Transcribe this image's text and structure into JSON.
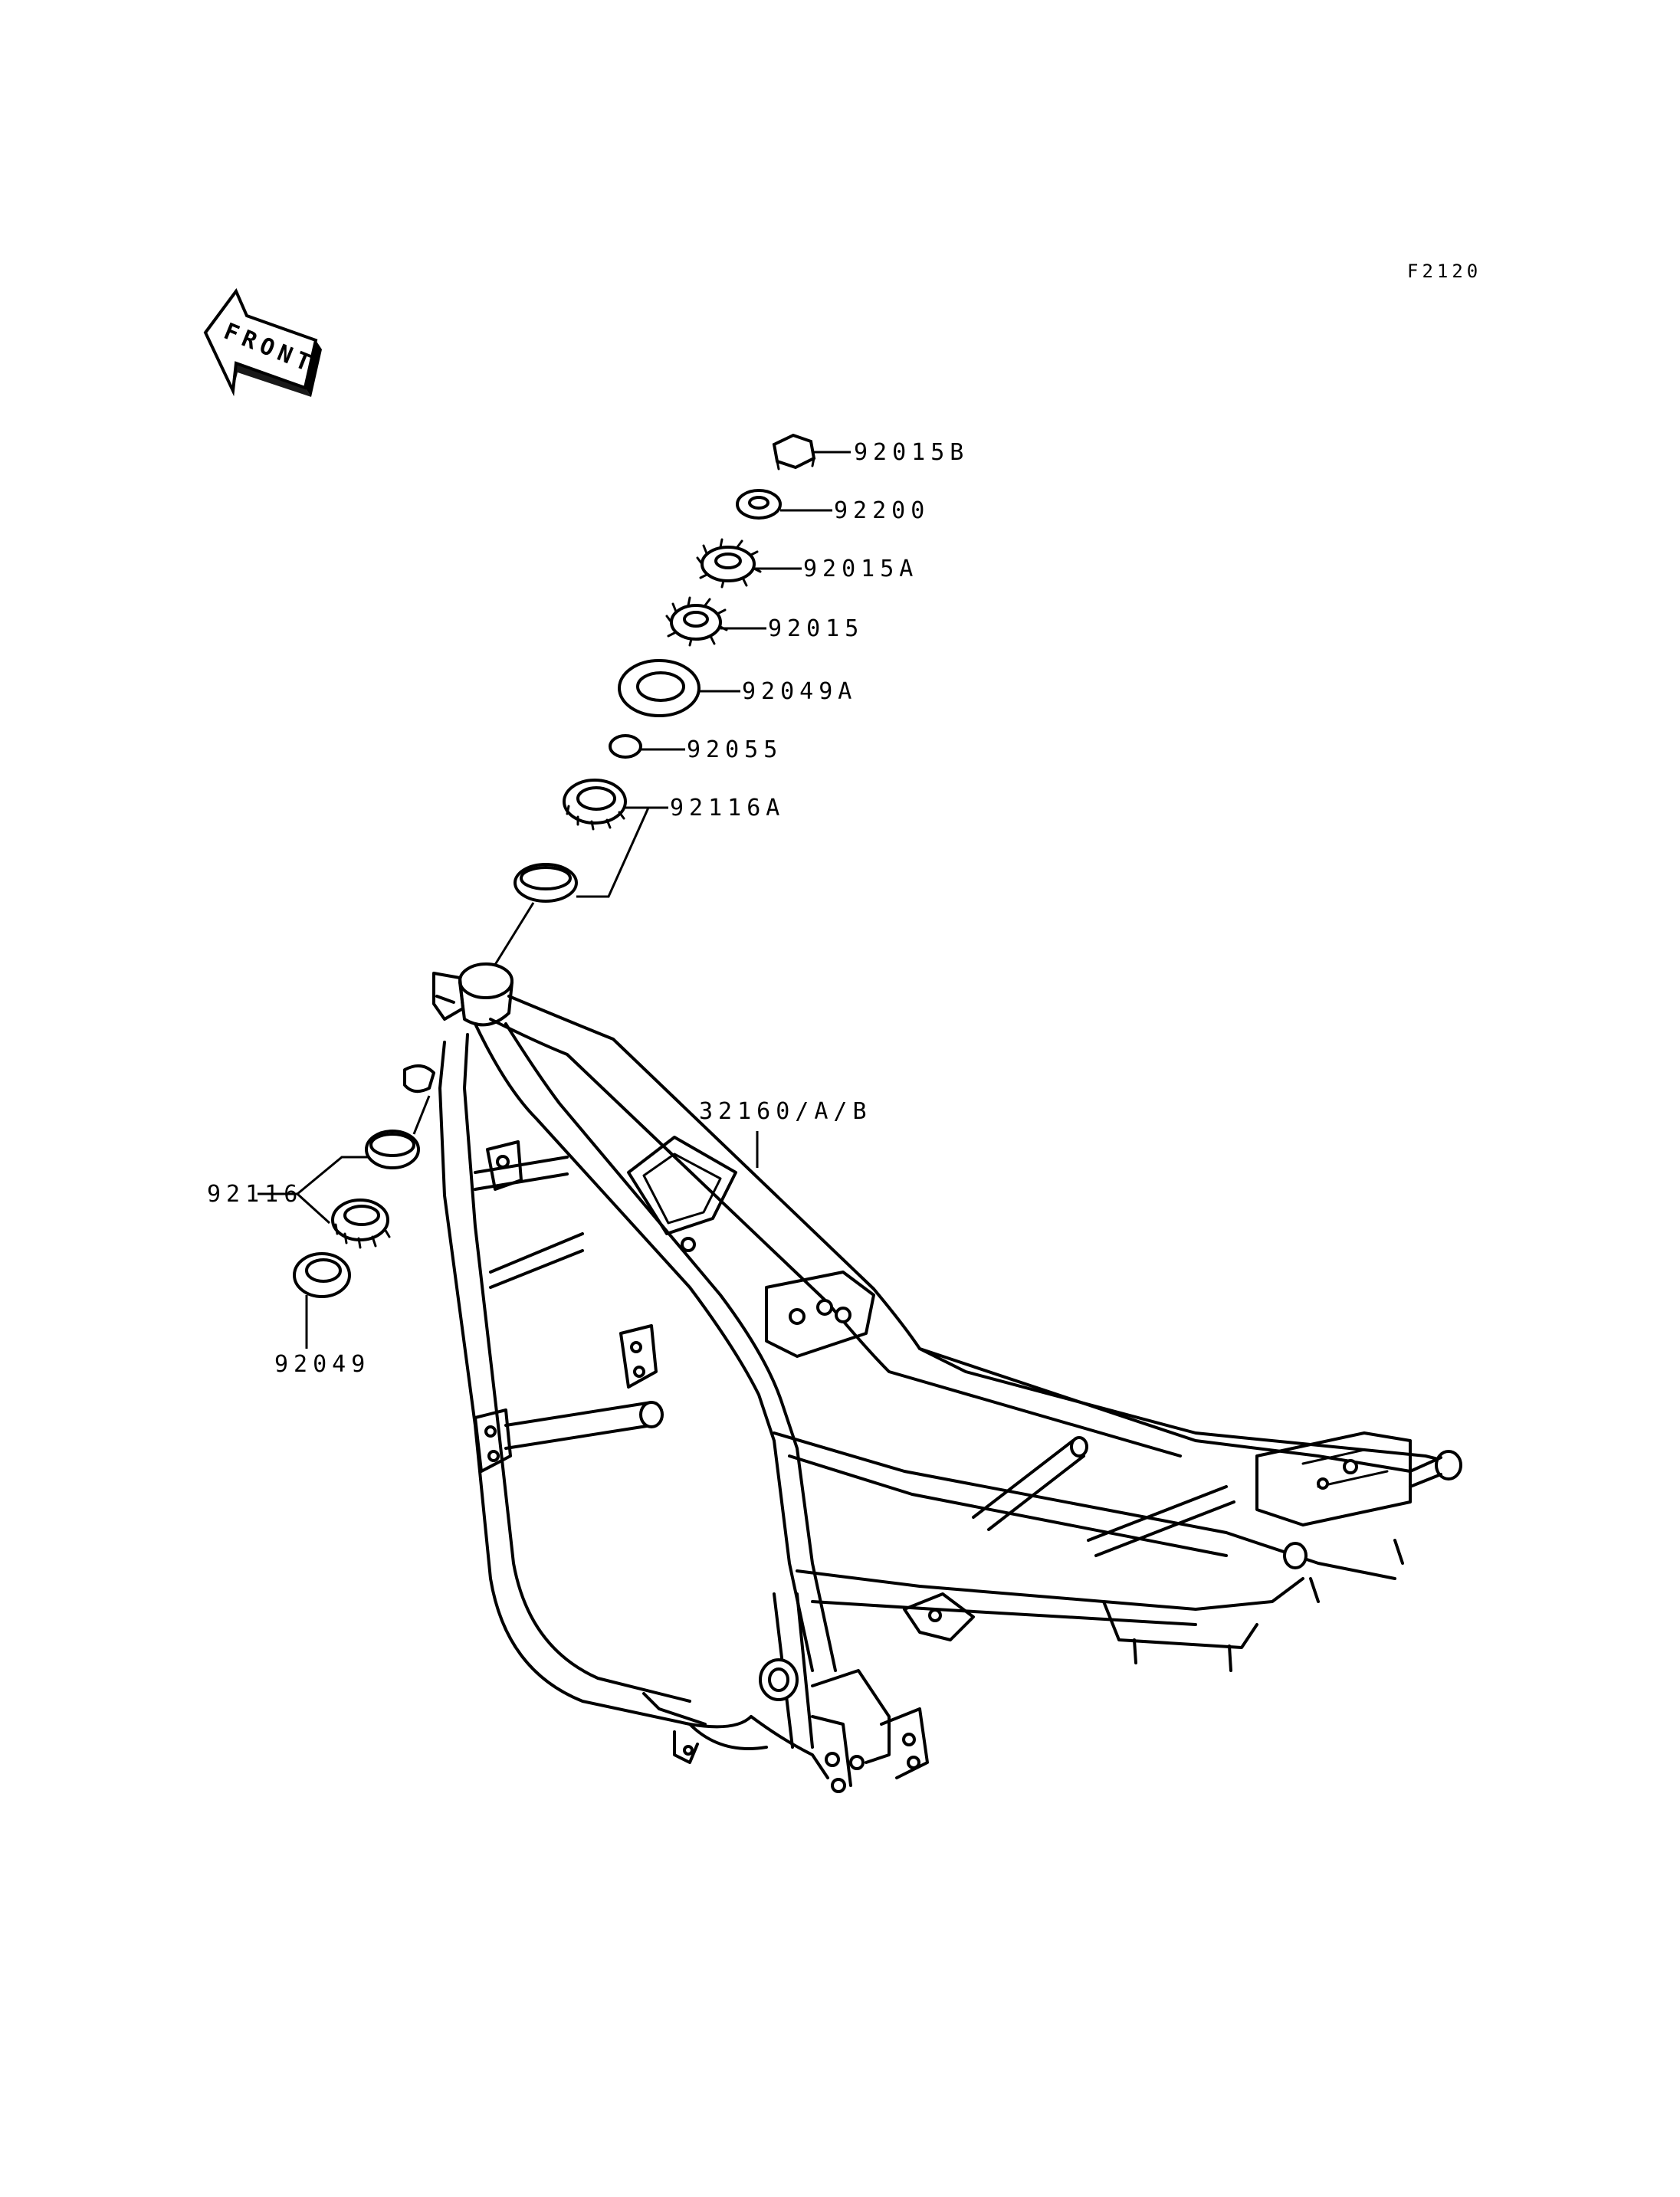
{
  "figure_id": "F2120",
  "front_arrow_label": "FRONT",
  "parts": [
    {
      "id": "p1",
      "number": "92015B"
    },
    {
      "id": "p2",
      "number": "92200"
    },
    {
      "id": "p3",
      "number": "92015A"
    },
    {
      "id": "p4",
      "number": "92015"
    },
    {
      "id": "p5",
      "number": "92049A"
    },
    {
      "id": "p6",
      "number": "92055"
    },
    {
      "id": "p7",
      "number": "92116A"
    },
    {
      "id": "p8",
      "number": "32160/A/B"
    },
    {
      "id": "p9",
      "number": "92116"
    },
    {
      "id": "p10",
      "number": "92049"
    }
  ]
}
